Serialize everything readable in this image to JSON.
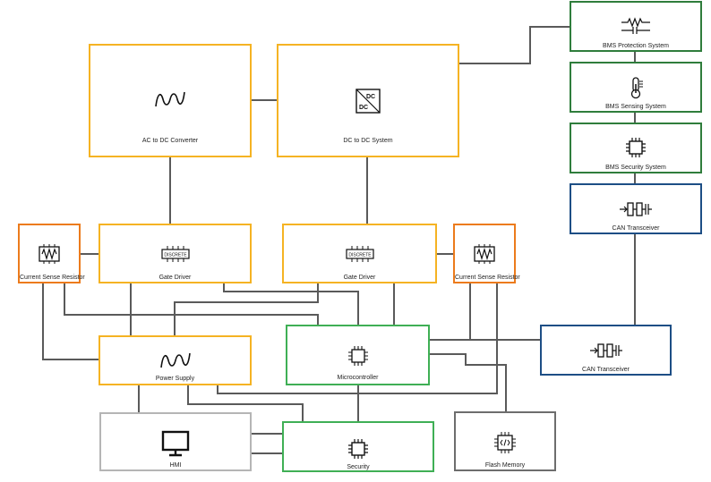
{
  "blocks": {
    "ac_dc": {
      "label": "AC to DC Converter",
      "icon": "sine-wave-icon"
    },
    "dc_dc": {
      "label": "DC to DC System",
      "icon": "dc-dc-converter-icon",
      "icon_top": "DC",
      "icon_bottom": "DC"
    },
    "bms_protection": {
      "label": "BMS Protection System",
      "icon": "resistor-capacitor-icon"
    },
    "bms_sensing": {
      "label": "BMS Sensing System",
      "icon": "thermometer-icon"
    },
    "bms_security": {
      "label": "BMS Security System",
      "icon": "chip-icon"
    },
    "can_top": {
      "label": "CAN Transceiver",
      "icon": "transceiver-icon"
    },
    "csr_left": {
      "label": "Current Sense Resistor",
      "icon": "resistor-box-icon"
    },
    "gate_left": {
      "label": "Gate Driver",
      "icon": "discrete-ic-icon",
      "icon_text": "DISCRETE"
    },
    "gate_right": {
      "label": "Gate Driver",
      "icon": "discrete-ic-icon",
      "icon_text": "DISCRETE"
    },
    "csr_right": {
      "label": "Current Sense Resistor",
      "icon": "resistor-box-icon"
    },
    "power_supply": {
      "label": "Power Supply",
      "icon": "sine-wave-icon"
    },
    "microcontroller": {
      "label": "Microcontroller",
      "icon": "chip-icon"
    },
    "can_right": {
      "label": "CAN Transceiver",
      "icon": "transceiver-icon"
    },
    "hmi": {
      "label": "HMI",
      "icon": "monitor-icon"
    },
    "security": {
      "label": "Security",
      "icon": "chip-icon"
    },
    "flash": {
      "label": "Flash Memory",
      "icon": "code-chip-icon"
    }
  },
  "colors": {
    "orange": "#f5b323",
    "dark_orange": "#ec7b1c",
    "green": "#2f7d3c",
    "light_green": "#3faf55",
    "blue": "#1d4e85",
    "grey": "#b5b5b5",
    "dark_grey": "#6d6d6d",
    "wire": "#5a5a5a"
  }
}
